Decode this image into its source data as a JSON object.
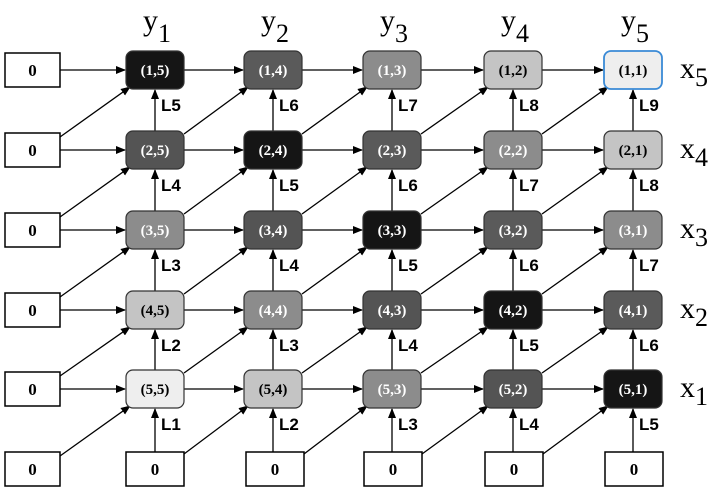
{
  "columns": [
    {
      "var": "y",
      "sub": "1"
    },
    {
      "var": "y",
      "sub": "2"
    },
    {
      "var": "y",
      "sub": "3"
    },
    {
      "var": "y",
      "sub": "4"
    },
    {
      "var": "y",
      "sub": "5"
    }
  ],
  "rows": [
    {
      "var": "x",
      "sub": "5"
    },
    {
      "var": "x",
      "sub": "4"
    },
    {
      "var": "x",
      "sub": "3"
    },
    {
      "var": "x",
      "sub": "2"
    },
    {
      "var": "x",
      "sub": "1"
    }
  ],
  "cells": [
    [
      {
        "label": "(1,5)",
        "fill": "#151515",
        "text": "#ffffff"
      },
      {
        "label": "(1,4)",
        "fill": "#5a5a5a",
        "text": "#ffffff"
      },
      {
        "label": "(1,3)",
        "fill": "#8c8c8c",
        "text": "#ffffff"
      },
      {
        "label": "(1,2)",
        "fill": "#c4c4c4",
        "text": "#000000"
      },
      {
        "label": "(1,1)",
        "fill": "#eeeeee",
        "text": "#000000",
        "border": "#3a8ad6"
      }
    ],
    [
      {
        "label": "(2,5)",
        "fill": "#545454",
        "text": "#ffffff"
      },
      {
        "label": "(2,4)",
        "fill": "#151515",
        "text": "#ffffff"
      },
      {
        "label": "(2,3)",
        "fill": "#5a5a5a",
        "text": "#ffffff"
      },
      {
        "label": "(2,2)",
        "fill": "#8c8c8c",
        "text": "#ffffff"
      },
      {
        "label": "(2,1)",
        "fill": "#c4c4c4",
        "text": "#000000"
      }
    ],
    [
      {
        "label": "(3,5)",
        "fill": "#8c8c8c",
        "text": "#ffffff"
      },
      {
        "label": "(3,4)",
        "fill": "#545454",
        "text": "#ffffff"
      },
      {
        "label": "(3,3)",
        "fill": "#151515",
        "text": "#ffffff"
      },
      {
        "label": "(3,2)",
        "fill": "#5a5a5a",
        "text": "#ffffff"
      },
      {
        "label": "(3,1)",
        "fill": "#8c8c8c",
        "text": "#ffffff"
      }
    ],
    [
      {
        "label": "(4,5)",
        "fill": "#c4c4c4",
        "text": "#000000"
      },
      {
        "label": "(4,4)",
        "fill": "#8c8c8c",
        "text": "#ffffff"
      },
      {
        "label": "(4,3)",
        "fill": "#545454",
        "text": "#ffffff"
      },
      {
        "label": "(4,2)",
        "fill": "#151515",
        "text": "#ffffff"
      },
      {
        "label": "(4,1)",
        "fill": "#5a5a5a",
        "text": "#ffffff"
      }
    ],
    [
      {
        "label": "(5,5)",
        "fill": "#eeeeee",
        "text": "#000000"
      },
      {
        "label": "(5,4)",
        "fill": "#c4c4c4",
        "text": "#000000"
      },
      {
        "label": "(5,3)",
        "fill": "#8c8c8c",
        "text": "#ffffff"
      },
      {
        "label": "(5,2)",
        "fill": "#545454",
        "text": "#ffffff"
      },
      {
        "label": "(5,1)",
        "fill": "#151515",
        "text": "#ffffff"
      }
    ]
  ],
  "layer_labels": [
    [
      "L5",
      "L6",
      "L7",
      "L8",
      "L9"
    ],
    [
      "L4",
      "L5",
      "L6",
      "L7",
      "L8"
    ],
    [
      "L3",
      "L4",
      "L5",
      "L6",
      "L7"
    ],
    [
      "L2",
      "L3",
      "L4",
      "L5",
      "L6"
    ],
    [
      "L1",
      "L2",
      "L3",
      "L4",
      "L5"
    ]
  ],
  "left_inputs": [
    "0",
    "0",
    "0",
    "0",
    "0",
    "0"
  ],
  "bottom_inputs": [
    "0",
    "0",
    "0",
    "0",
    "0"
  ]
}
